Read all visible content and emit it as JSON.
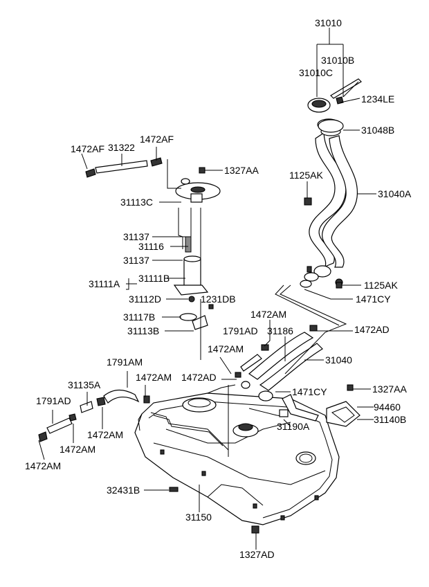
{
  "labels": {
    "p31010": "31010",
    "p31010B": "31010B",
    "p31010C": "31010C",
    "p1234LE": "1234LE",
    "p31048B": "31048B",
    "p1472AF_a": "1472AF",
    "p31322": "31322",
    "p1472AF_b": "1472AF",
    "p1327AA_a": "1327AA",
    "p1125AK_a": "1125AK",
    "p31040A": "31040A",
    "p31113C": "31113C",
    "p31137_a": "31137",
    "p31116": "31116",
    "p31137_b": "31137",
    "p31111A": "31111A",
    "p31111B": "31111B",
    "p31112D": "31112D",
    "p1231DB": "1231DB",
    "p1125AK_b": "1125AK",
    "p1471CY_a": "1471CY",
    "p1472AM_a": "1472AM",
    "p31117B": "31117B",
    "p31113B": "31113B",
    "p1791AD_a": "1791AD",
    "p31186": "31186",
    "p1472AD_a": "1472AD",
    "p1472AM_b": "1472AM",
    "p31040": "31040",
    "p1791AM": "1791AM",
    "p1472AM_c": "1472AM",
    "p1472AD_b": "1472AD",
    "p31135A": "31135A",
    "p1471CY_b": "1471CY",
    "p1327AA_b": "1327AA",
    "p1791AD_b": "1791AD",
    "p94460": "94460",
    "p31140B": "31140B",
    "p31190A": "31190A",
    "p1472AM_d": "1472AM",
    "p1472AM_e": "1472AM",
    "p1472AM_f": "1472AM",
    "p32431B": "32431B",
    "p31150": "31150",
    "p1327AD": "1327AD"
  }
}
